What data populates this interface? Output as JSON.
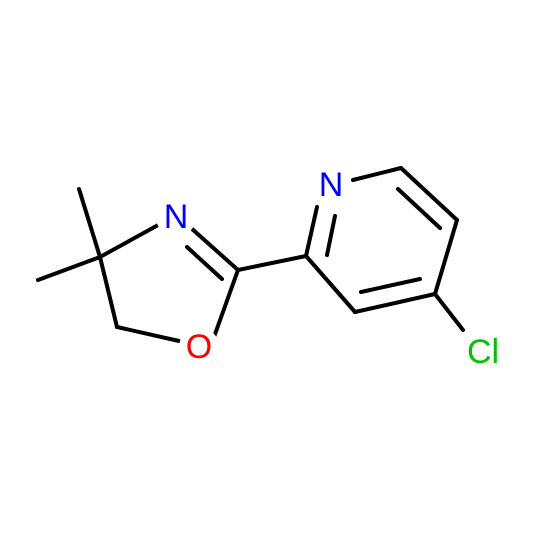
{
  "colors": {
    "background": "#ffffff",
    "bond": "#000000",
    "nitrogen": "#0000ff",
    "oxygen": "#ff0000",
    "chlorine": "#00c000"
  },
  "atoms": {
    "pyridine_n": {
      "label": "N",
      "color": "#0000ff"
    },
    "oxazoline_n": {
      "label": "N",
      "color": "#0000ff"
    },
    "oxazoline_o": {
      "label": "O",
      "color": "#ff0000"
    },
    "chlorine": {
      "label": "Cl",
      "color": "#00c000"
    }
  }
}
